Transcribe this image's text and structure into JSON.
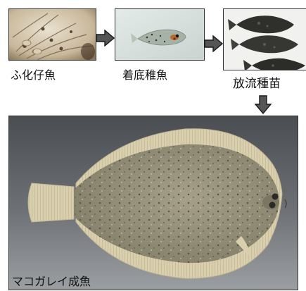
{
  "stages": [
    {
      "label": "ふ化仔魚",
      "image": "larvae-photo"
    },
    {
      "label": "着底稚魚",
      "image": "settled-juvenile-photo"
    },
    {
      "label": "放流種苗",
      "image": "release-seedlings-photo"
    }
  ],
  "main": {
    "label": "マコガレイ成魚",
    "image": "adult-flounder-photo"
  },
  "icons": {
    "stage_arrow": "right-arrow-icon",
    "down_arrow": "down-arrow-icon"
  },
  "colors": {
    "arrow_fill": "#555555",
    "arrow_stroke": "#1a1a1a",
    "border": "#333333"
  }
}
